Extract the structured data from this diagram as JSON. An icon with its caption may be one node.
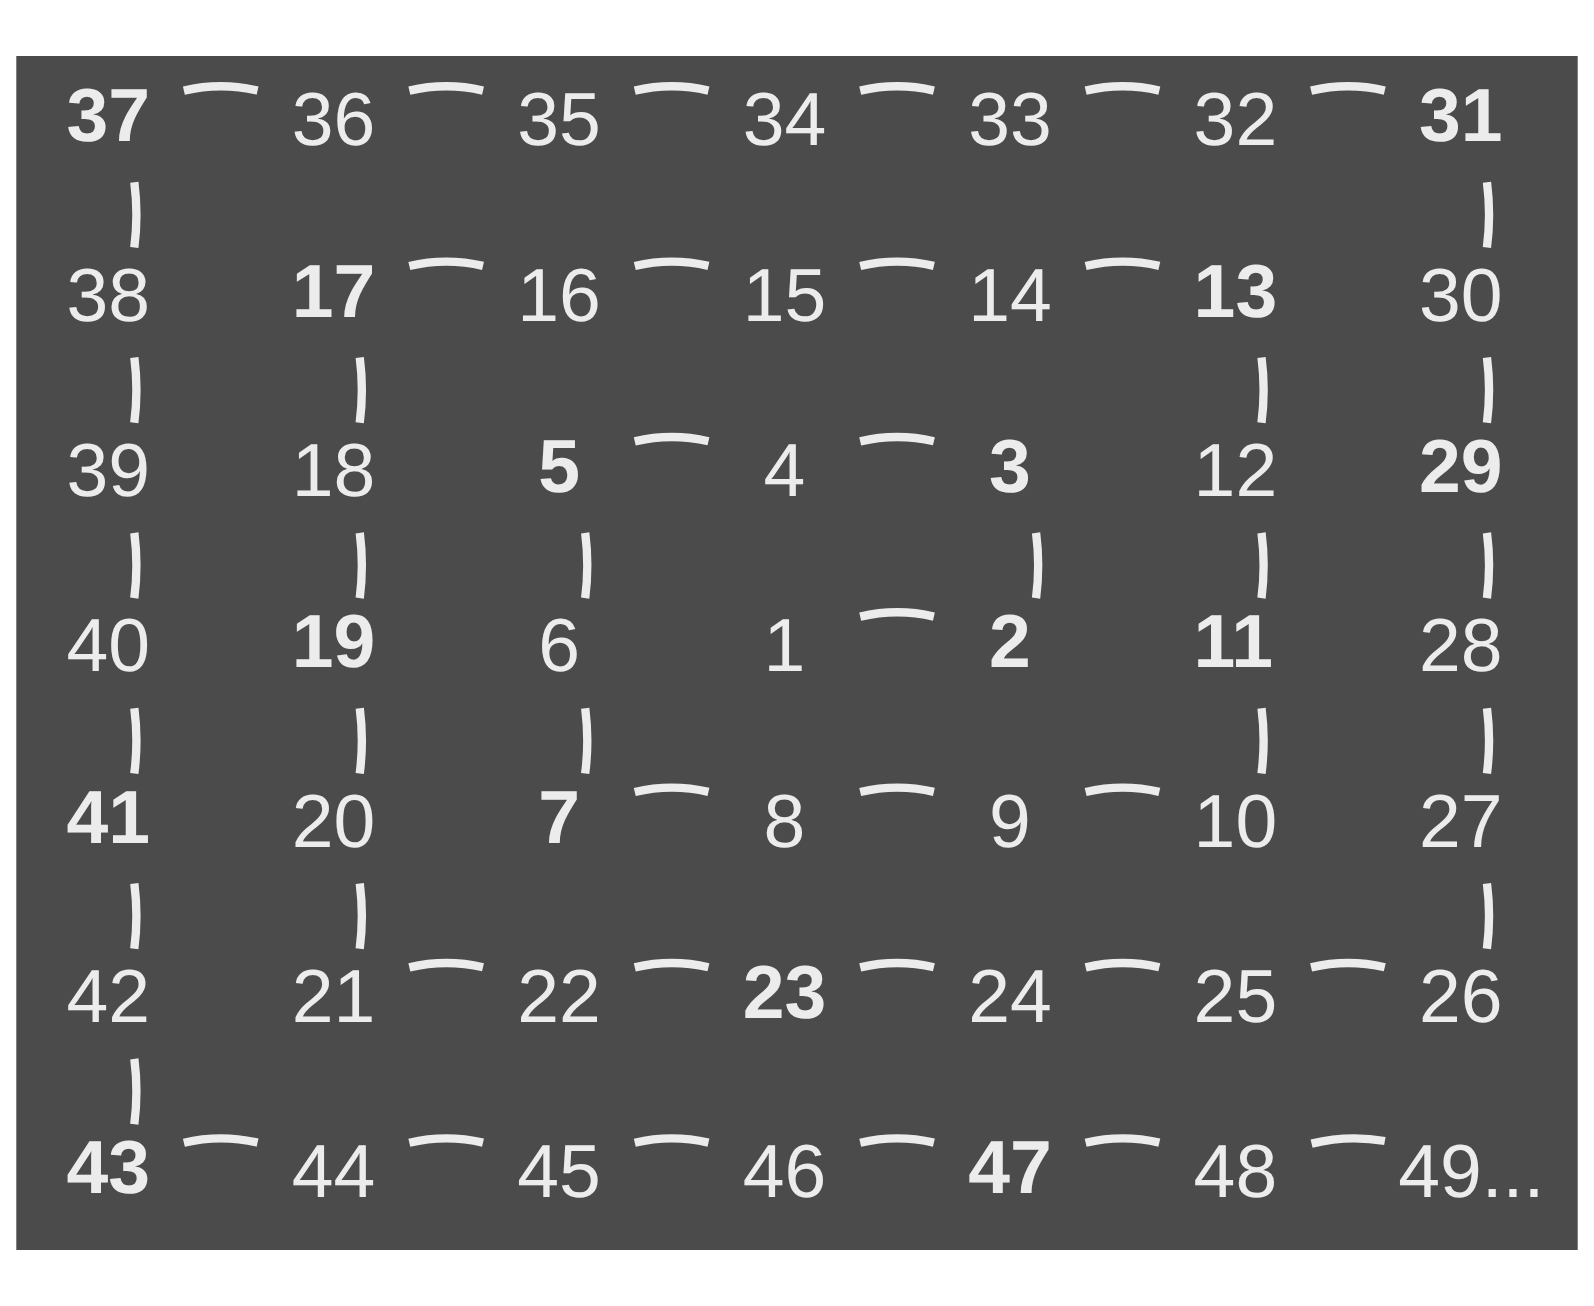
{
  "diagram": {
    "nodes": [
      {
        "text": [
          "1"
        ]
      },
      {
        "text": [
          "2"
        ]
      },
      {
        "text": [
          "3"
        ]
      },
      {
        "text": [
          "4"
        ]
      },
      {
        "text": [
          "5"
        ]
      },
      {
        "text": [
          "6"
        ]
      },
      {
        "text": [
          "7"
        ]
      },
      {
        "text": [
          "8"
        ]
      },
      {
        "text": [
          "9"
        ]
      },
      {
        "text": [
          "10"
        ]
      },
      {
        "text": [
          "11"
        ]
      },
      {
        "text": [
          "12"
        ]
      },
      {
        "text": [
          "13"
        ]
      },
      {
        "text": [
          "14"
        ]
      },
      {
        "text": [
          "15"
        ]
      },
      {
        "text": [
          "16"
        ]
      },
      {
        "text": [
          "17"
        ]
      },
      {
        "text": [
          "18"
        ]
      },
      {
        "text": [
          "19"
        ]
      },
      {
        "text": [
          "20"
        ]
      },
      {
        "text": [
          "21"
        ]
      },
      {
        "text": [
          "22"
        ]
      },
      {
        "text": [
          "23"
        ]
      },
      {
        "text": [
          "24"
        ]
      },
      {
        "text": [
          "25"
        ]
      },
      {
        "text": [
          "26"
        ]
      },
      {
        "text": [
          "27"
        ]
      },
      {
        "text": [
          "28"
        ]
      },
      {
        "text": [
          "29"
        ]
      },
      {
        "text": [
          "30"
        ]
      },
      {
        "text": [
          "31"
        ]
      },
      {
        "text": [
          "32"
        ]
      },
      {
        "text": [
          "33"
        ]
      },
      {
        "text": [
          "34"
        ]
      },
      {
        "text": [
          "35"
        ]
      },
      {
        "text": [
          "36"
        ]
      },
      {
        "text": [
          "37"
        ]
      },
      {
        "text": [
          "38"
        ]
      },
      {
        "text": [
          "39"
        ]
      },
      {
        "text": [
          "40"
        ]
      },
      {
        "text": [
          "41"
        ]
      },
      {
        "text": [
          "42"
        ]
      },
      {
        "text": [
          "43"
        ]
      },
      {
        "text": [
          "44"
        ]
      },
      {
        "text": [
          "45"
        ]
      },
      {
        "text": [
          "46"
        ]
      },
      {
        "text": [
          "47"
        ]
      },
      {
        "text": [
          "48"
        ]
      },
      {
        "text": [
          "49..."
        ]
      }
    ],
    "edges": [
      {
        "from": 0,
        "to": 1,
        "arrow": "none"
      },
      {
        "from": 1,
        "to": 2,
        "arrow": "none"
      },
      {
        "from": 2,
        "to": 3,
        "arrow": "none"
      },
      {
        "from": 3,
        "to": 4,
        "arrow": "none"
      },
      {
        "from": 4,
        "to": 5,
        "arrow": "none"
      },
      {
        "from": 5,
        "to": 6,
        "arrow": "none"
      },
      {
        "from": 6,
        "to": 7,
        "arrow": "none"
      },
      {
        "from": 7,
        "to": 8,
        "arrow": "none"
      },
      {
        "from": 8,
        "to": 9,
        "arrow": "none"
      },
      {
        "from": 9,
        "to": 10,
        "arrow": "none"
      },
      {
        "from": 10,
        "to": 11,
        "arrow": "none"
      },
      {
        "from": 11,
        "to": 12,
        "arrow": "none"
      },
      {
        "from": 12,
        "to": 13,
        "arrow": "none"
      },
      {
        "from": 13,
        "to": 14,
        "arrow": "none"
      },
      {
        "from": 14,
        "to": 15,
        "arrow": "none"
      },
      {
        "from": 15,
        "to": 16,
        "arrow": "none"
      },
      {
        "from": 16,
        "to": 17,
        "arrow": "none"
      },
      {
        "from": 17,
        "to": 18,
        "arrow": "none"
      },
      {
        "from": 18,
        "to": 19,
        "arrow": "none"
      },
      {
        "from": 19,
        "to": 20,
        "arrow": "none"
      },
      {
        "from": 20,
        "to": 21,
        "arrow": "none"
      },
      {
        "from": 21,
        "to": 22,
        "arrow": "none"
      },
      {
        "from": 22,
        "to": 23,
        "arrow": "none"
      },
      {
        "from": 23,
        "to": 24,
        "arrow": "none"
      },
      {
        "from": 24,
        "to": 25,
        "arrow": "none"
      },
      {
        "from": 25,
        "to": 26,
        "arrow": "none"
      },
      {
        "from": 26,
        "to": 27,
        "arrow": "none"
      },
      {
        "from": 27,
        "to": 28,
        "arrow": "none"
      },
      {
        "from": 28,
        "to": 29,
        "arrow": "none"
      },
      {
        "from": 29,
        "to": 30,
        "arrow": "none"
      },
      {
        "from": 30,
        "to": 31,
        "arrow": "none"
      },
      {
        "from": 31,
        "to": 32,
        "arrow": "none"
      },
      {
        "from": 32,
        "to": 33,
        "arrow": "none"
      },
      {
        "from": 33,
        "to": 34,
        "arrow": "none"
      },
      {
        "from": 34,
        "to": 35,
        "arrow": "none"
      },
      {
        "from": 35,
        "to": 36,
        "arrow": "none"
      },
      {
        "from": 36,
        "to": 37,
        "arrow": "none"
      },
      {
        "from": 37,
        "to": 38,
        "arrow": "none"
      },
      {
        "from": 38,
        "to": 39,
        "arrow": "none"
      },
      {
        "from": 39,
        "to": 40,
        "arrow": "none"
      },
      {
        "from": 40,
        "to": 41,
        "arrow": "none"
      },
      {
        "from": 41,
        "to": 42,
        "arrow": "none"
      },
      {
        "from": 42,
        "to": 43,
        "arrow": "none"
      },
      {
        "from": 43,
        "to": 44,
        "arrow": "none"
      },
      {
        "from": 44,
        "to": 45,
        "arrow": "none"
      },
      {
        "from": 45,
        "to": 46,
        "arrow": "none"
      },
      {
        "from": 46,
        "to": 47,
        "arrow": "none"
      },
      {
        "from": 47,
        "to": 48,
        "arrow": "none"
      }
    ]
  }
}
